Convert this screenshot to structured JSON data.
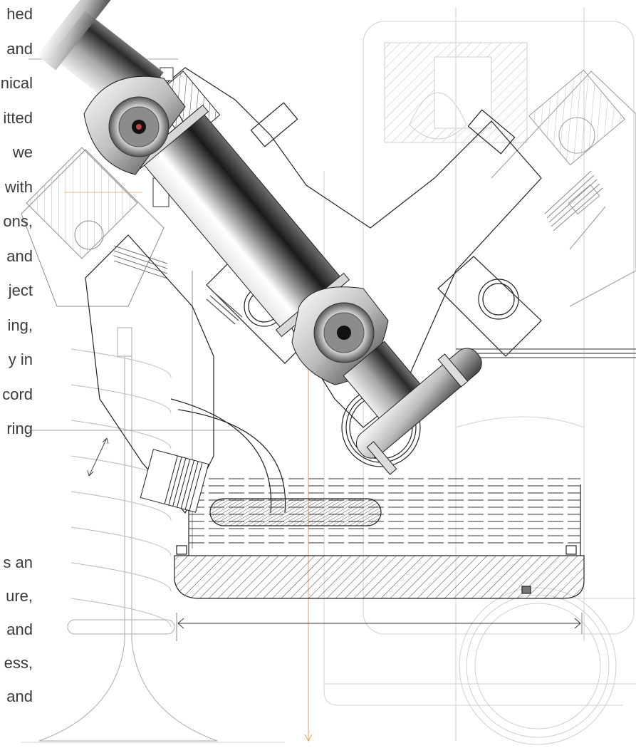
{
  "text_block_top": [
    "hed",
    "and",
    "nical",
    "itted",
    "we",
    "with",
    "ons,",
    "and",
    "ject",
    "ing,",
    "y in",
    "cord",
    "ring"
  ],
  "text_block_bottom": [
    "s an",
    "ure,",
    "and",
    "ess,",
    "and"
  ],
  "colors": {
    "line": "#555555",
    "faint_line": "#c4c4c4",
    "orange_guide": "#e0a060",
    "hatch": "#444444",
    "text": "#3a3a3a"
  },
  "illustration": {
    "subject": "V-engine cross-section technical drawing with drive shaft"
  }
}
